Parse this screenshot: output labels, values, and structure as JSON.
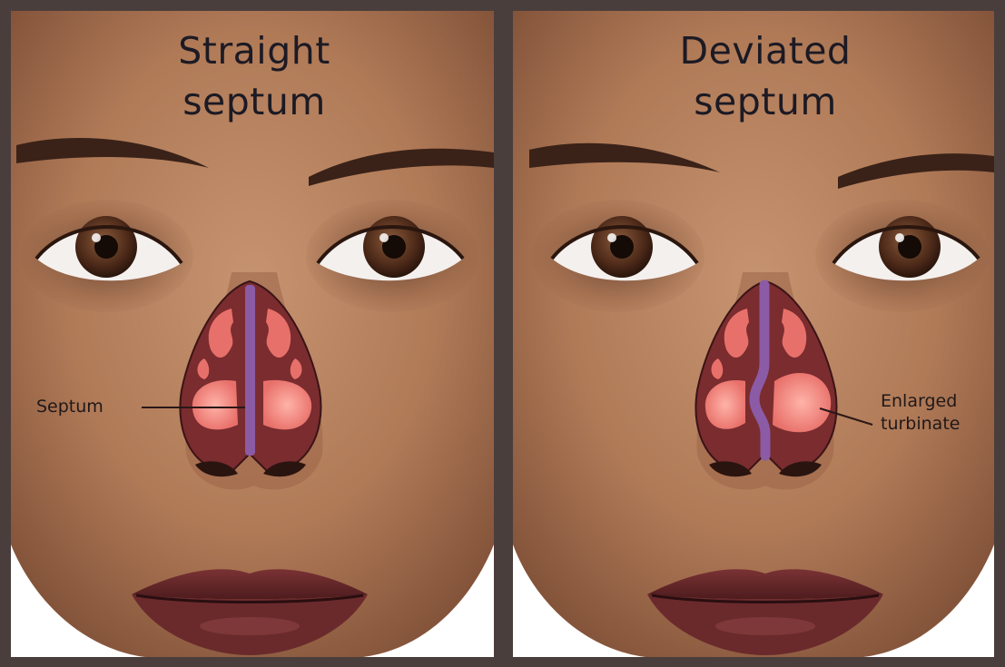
{
  "panels": [
    {
      "title_line1": "Straight",
      "title_line2": "septum",
      "septum_shape": "straight"
    },
    {
      "title_line1": "Deviated",
      "title_line2": "septum",
      "septum_shape": "deviated"
    }
  ],
  "labels": {
    "septum": "Septum",
    "turbinate_line1": "Enlarged",
    "turbinate_line2": "turbinate"
  },
  "colors": {
    "frame": "#4a3e3c",
    "skin": "#b9835f",
    "skin_shadow": "#7a4c35",
    "nasal_cavity": "#7a2c2f",
    "turbinate": "#f18a80",
    "septum": "#8c5ba6",
    "lips": "#6a2a2c",
    "iris": "#4b2818",
    "text": "#1c1a24"
  }
}
